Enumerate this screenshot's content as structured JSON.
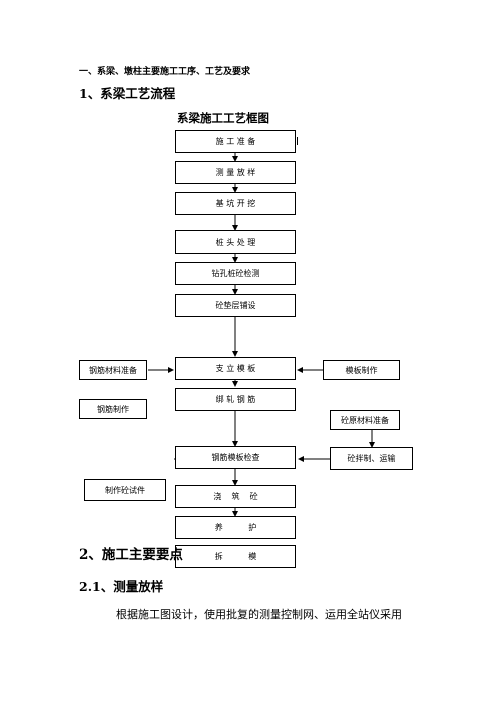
{
  "section_heading": "一、系梁、墩柱主要施工工序、工艺及要求",
  "sub_heading_1": "1、系梁工艺流程",
  "flowchart": {
    "title": "系梁施工工艺框图",
    "main_steps": [
      "施 工 准 备",
      "测 量 放 样",
      "基 坑 开 挖",
      "桩 头 处 理",
      "钻孔桩砼检测",
      "砼垫层铺设",
      "支 立 模 板",
      "绑 轧 钢 筋",
      "钢筋模板检查",
      "浇    筑    砼",
      "养          护",
      "拆          模"
    ],
    "left_steps": [
      "钢筋材料准备",
      "钢筋制作",
      "制作砼试件"
    ],
    "right_steps": [
      "模板制作",
      "砼原材料准备",
      "砼拌制、运输"
    ]
  },
  "sub_heading_2": "2、施工主要要点",
  "sub_heading_21": "2.1、测量放样",
  "paragraph": "根据施工图设计，使用批复的测量控制网、运用全站仪采用"
}
